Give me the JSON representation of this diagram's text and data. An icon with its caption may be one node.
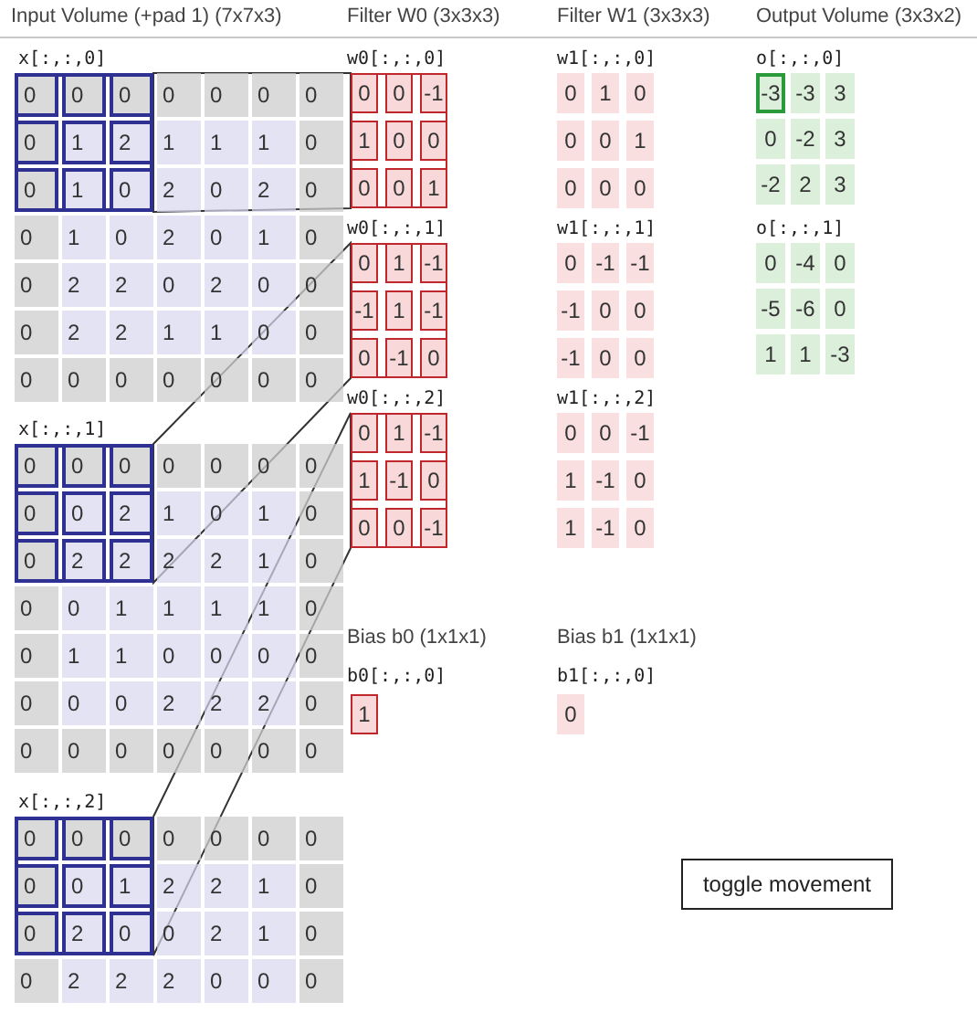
{
  "diagram": {
    "nodes": [
      {
        "text": [],
        "shape": "box"
      },
      {
        "text": [],
        "shape": "box"
      },
      {
        "text": [],
        "shape": "box"
      },
      {
        "text": [],
        "shape": "box"
      },
      {
        "text": [],
        "shape": "box"
      },
      {
        "text": [],
        "shape": "box"
      },
      {
        "text": [],
        "shape": "box"
      },
      {
        "text": [
          "toggle movement"
        ]
      }
    ],
    "edges": [
      {
        "from": 0,
        "to": 3,
        "arrow": "none"
      },
      {
        "from": 1,
        "to": 4,
        "arrow": "none"
      },
      {
        "from": 2,
        "to": 5,
        "arrow": "none"
      }
    ],
    "labels": [
      "Input Volume (+pad 1) (7x7x3)",
      "x[:,:,0]",
      "0",
      "0",
      "0",
      "0",
      "0",
      "0",
      "0",
      "0",
      "1",
      "2",
      "1",
      "1",
      "1",
      "0",
      "0",
      "1",
      "0",
      "2",
      "0",
      "2",
      "0",
      "0",
      "1",
      "0",
      "2",
      "0",
      "1",
      "0",
      "0",
      "2",
      "2",
      "0",
      "2",
      "0",
      "0",
      "0",
      "2",
      "2",
      "1",
      "1",
      "0",
      "0",
      "0",
      "0",
      "0",
      "0",
      "0",
      "0",
      "0",
      "x[:,:,1]",
      "0",
      "0",
      "0",
      "0",
      "0",
      "0",
      "0",
      "0",
      "0",
      "2",
      "1",
      "0",
      "1",
      "0",
      "0",
      "2",
      "2",
      "2",
      "2",
      "1",
      "0",
      "0",
      "0",
      "1",
      "1",
      "1",
      "1",
      "0",
      "0",
      "1",
      "1",
      "0",
      "0",
      "0",
      "0",
      "0",
      "0",
      "0",
      "2",
      "2",
      "2",
      "0",
      "0",
      "0",
      "0",
      "0",
      "0",
      "0",
      "0",
      "x[:,:,2]",
      "0",
      "0",
      "0",
      "0",
      "0",
      "0",
      "0",
      "0",
      "0",
      "1",
      "2",
      "2",
      "1",
      "0",
      "0",
      "2",
      "0",
      "0",
      "2",
      "1",
      "0",
      "0",
      "2",
      "2",
      "2",
      "0",
      "0",
      "0",
      "Filter W0 (3x3x3)",
      "w0[:,:,0]",
      "0",
      "0",
      "-1",
      "1",
      "0",
      "0",
      "0",
      "0",
      "1",
      "w0[:,:,1]",
      "0",
      "1",
      "-1",
      "-1",
      "1",
      "-1",
      "0",
      "-1",
      "0",
      "w0[:,:,2]",
      "0",
      "1",
      "-1",
      "1",
      "-1",
      "0",
      "0",
      "0",
      "-1",
      "Bias b0 (1x1x1)",
      "b0[:,:,0]",
      "1",
      "Filter W1 (3x3x3)",
      "w1[:,:,0]",
      "0",
      "1",
      "0",
      "0",
      "0",
      "1",
      "0",
      "0",
      "0",
      "w1[:,:,1]",
      "0",
      "-1",
      "-1",
      "-1",
      "0",
      "0",
      "-1",
      "0",
      "0",
      "w1[:,:,2]",
      "0",
      "0",
      "-1",
      "1",
      "-1",
      "0",
      "1",
      "-1",
      "0",
      "Bias b1 (1x1x1)",
      "b1[:,:,0]",
      "0",
      "Output Volume (3x3x2)",
      "o[:,:,0]",
      "-3",
      "-3",
      "3",
      "0",
      "-2",
      "3",
      "-2",
      "2",
      "3",
      "o[:,:,1]",
      "0",
      "-4",
      "0",
      "-5",
      "-6",
      "0",
      "1",
      "1",
      "-3"
    ]
  }
}
